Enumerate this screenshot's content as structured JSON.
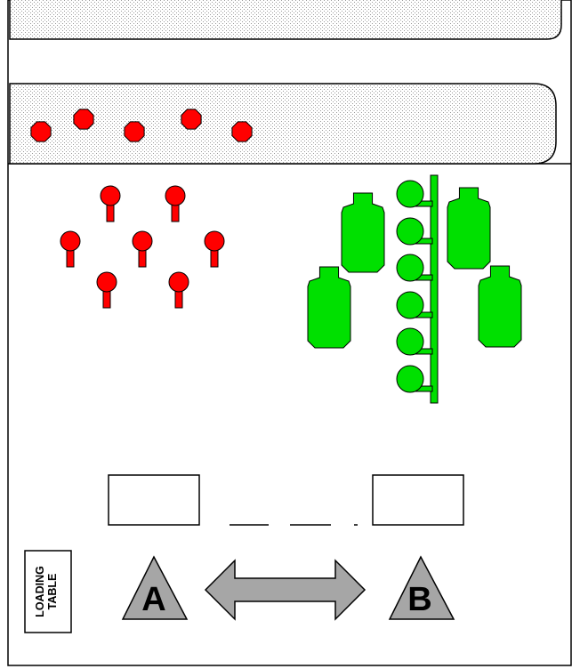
{
  "labels": {
    "loading_table_line1": "LOADING",
    "loading_table_line2": "TABLE",
    "station_a": "A",
    "station_b": "B"
  },
  "colors": {
    "red_marker": "#ff0000",
    "green_shape": "#00e000",
    "triangle_fill": "#a6a6a6",
    "arrow_fill": "#a6a6a6",
    "outline": "#000000",
    "belt_pattern_dot": "#a0a0a0",
    "background": "#ffffff"
  }
}
